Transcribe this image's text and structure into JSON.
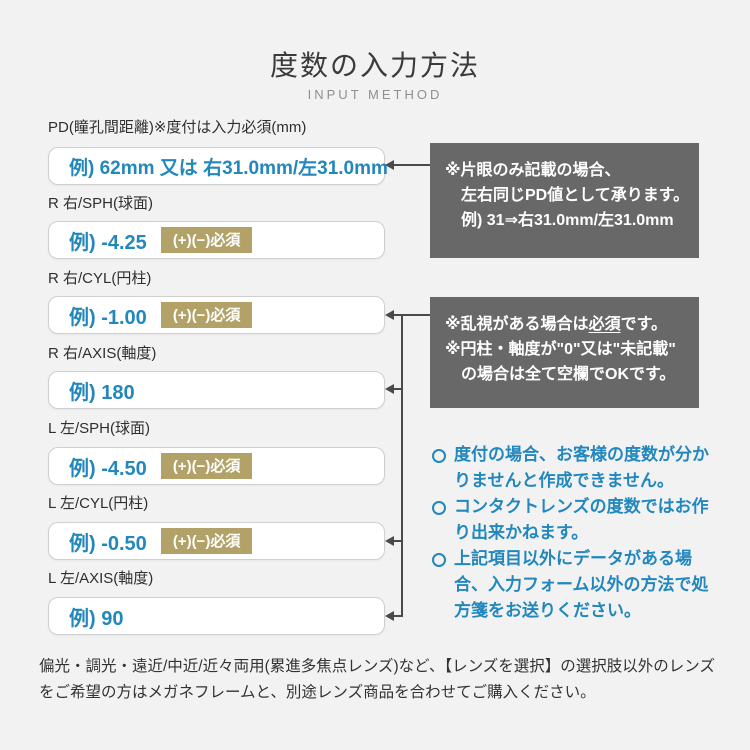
{
  "colors": {
    "background": "#f2f2f2",
    "accent_blue": "#2187bd",
    "badge_gold": "#b2a268",
    "note_gray_bg": "#686868",
    "connector": "#4a4a4a"
  },
  "header": {
    "title": "度数の入力方法",
    "subtitle": "INPUT METHOD"
  },
  "form": {
    "rows": [
      {
        "label": "PD(瞳孔間距離)※度付は入力必須(mm)",
        "example": "例) 62mm 又は 右31.0mm/左31.0mm",
        "badge": null
      },
      {
        "label": "R 右/SPH(球面)",
        "example": "例) -4.25",
        "badge": "(+)(−)必須"
      },
      {
        "label": "R 右/CYL(円柱)",
        "example": "例) -1.00",
        "badge": "(+)(−)必須"
      },
      {
        "label": "R 右/AXIS(軸度)",
        "example": "例) 180",
        "badge": null
      },
      {
        "label": "L 左/SPH(球面)",
        "example": "例) -4.50",
        "badge": "(+)(−)必須"
      },
      {
        "label": "L 左/CYL(円柱)",
        "example": "例) -0.50",
        "badge": "(+)(−)必須"
      },
      {
        "label": "L 左/AXIS(軸度)",
        "example": "例) 90",
        "badge": null
      }
    ]
  },
  "notes": {
    "pd": {
      "line1": "※片眼のみ記載の場合、",
      "line2": "左右同じPD値として承ります。",
      "line3": "例) 31⇒右31.0mm/左31.0mm"
    },
    "cyl": {
      "line1_pre": "※乱視がある場合は",
      "line1_emphasis": "必須",
      "line1_post": "です。",
      "line2": "※円柱・軸度が\"0\"又は\"未記載\"",
      "line3": "の場合は全て空欄でOKです。"
    }
  },
  "tips": {
    "items": [
      "度付の場合、お客様の度数が分かりませんと作成できません。",
      "コンタクトレンズの度数ではお作り出来かねます。",
      "上記項目以外にデータがある場合、入力フォーム以外の方法で処方箋をお送りください。"
    ]
  },
  "footer": {
    "text": "偏光・調光・遠近/中近/近々両用(累進多焦点レンズ)など、【レンズを選択】の選択肢以外のレンズをご希望の方はメガネフレームと、別途レンズ商品を合わせてご購入ください。"
  }
}
